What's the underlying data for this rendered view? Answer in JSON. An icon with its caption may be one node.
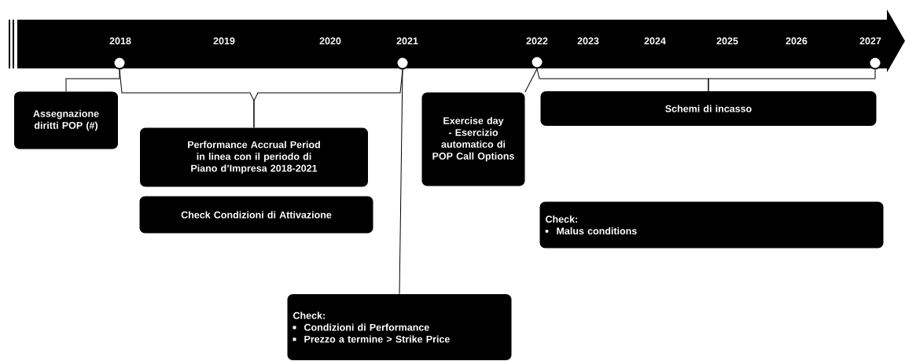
{
  "diagram": {
    "nodes": [
      {
        "text": [],
        "shape": "circle",
        "beside": [
          "2018"
        ]
      },
      {
        "text": [],
        "shape": "circle",
        "beside": [
          "2021"
        ]
      },
      {
        "text": [],
        "shape": "circle",
        "beside": [
          "2022"
        ]
      },
      {
        "text": [],
        "shape": "circle",
        "beside": [
          "2027"
        ]
      },
      {
        "text": [
          "Assegnazione diritti POP (#)"
        ]
      },
      {
        "text": [
          "Performance Accrual Period in linea con il periodo di Piano d’Impresa 2018-2021"
        ]
      },
      {
        "text": [
          "Check Condizioni di Attivazione"
        ]
      },
      {
        "text": [
          "Exercise day - Esercizio automatico di POP Call Options"
        ]
      },
      {
        "text": [
          "Schemi di incasso"
        ]
      },
      {
        "text": [
          "Check:",
          "Malus conditions"
        ]
      },
      {
        "text": [
          "Check:",
          "Condizioni di Performance",
          "Prezzo a termine > Strike Price"
        ]
      }
    ],
    "edges": [
      {
        "from": 0,
        "to": 4,
        "arrow": "none"
      },
      {
        "from": 0,
        "to": 5,
        "arrow": "none"
      },
      {
        "from": 1,
        "to": 5,
        "arrow": "none"
      },
      {
        "from": 1,
        "to": 10,
        "arrow": "none"
      },
      {
        "from": 2,
        "to": 7,
        "arrow": "none"
      },
      {
        "from": 2,
        "to": 8,
        "arrow": "none"
      },
      {
        "from": 3,
        "to": 8,
        "arrow": "none"
      }
    ],
    "labels": [
      "2019",
      "2020",
      "2023",
      "2024",
      "2025",
      "2026"
    ]
  }
}
